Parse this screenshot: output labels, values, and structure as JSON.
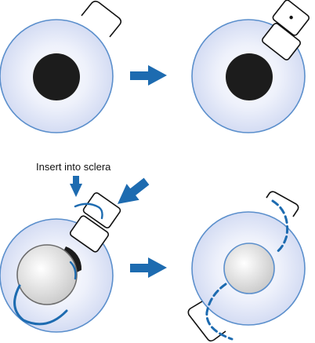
{
  "figure": {
    "annotation": "Insert into sclera"
  },
  "colors": {
    "sclera_fill": "#dfe5f6",
    "sclera_edge": "#5b8fcc",
    "pupil": "#1c1c1c",
    "arrow": "#1d6bb0",
    "suture": "#1d6bb0",
    "implant_fill": "#e6e6e6",
    "implant_edge": "#6b6b6b",
    "device_stroke": "#111111"
  },
  "steps": [
    {
      "step": 1,
      "content": "eye-with-pupil-and-device"
    },
    {
      "step": 2,
      "content": "device-with-inserter-positioned"
    },
    {
      "step": 3,
      "content": "implant-inserted-with-suture"
    },
    {
      "step": 4,
      "content": "implant-centered-with-suture-through-sclera"
    }
  ]
}
